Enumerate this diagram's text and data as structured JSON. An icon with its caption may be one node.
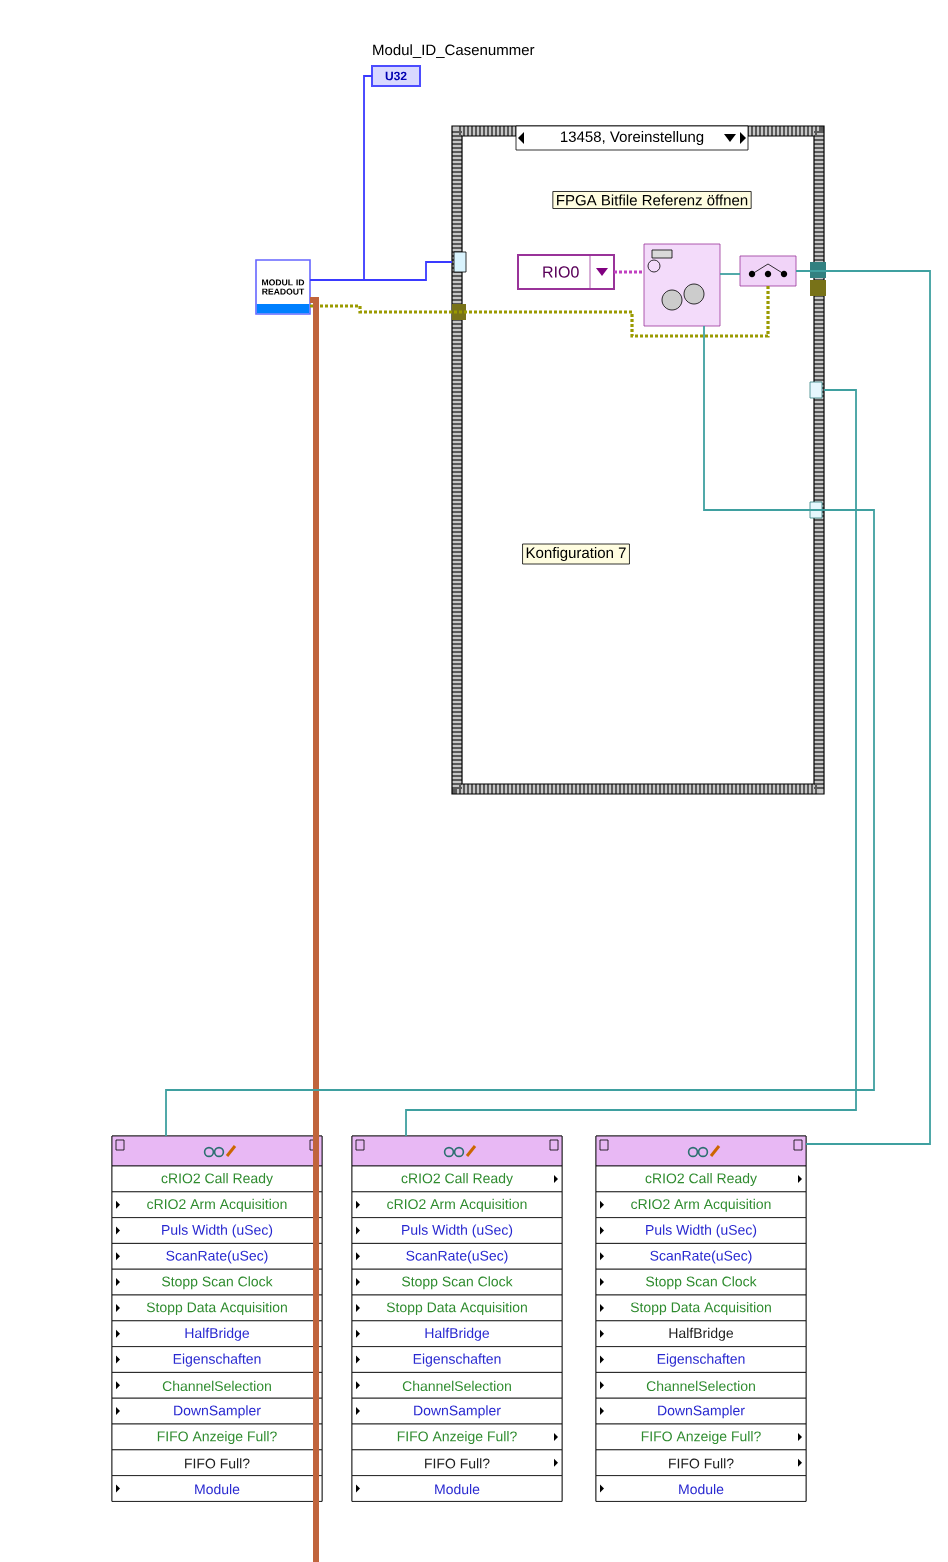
{
  "diagram": {
    "nodes": [
      {
        "text": [
          "MODUL ID READOUT"
        ]
      },
      {
        "text": [
          "Modul_ID_Casenummer",
          "U32"
        ]
      },
      {
        "text": [
          "13458, Voreinstellung"
        ]
      },
      {
        "text": [
          "FPGA Bitfile Referenz öffnen"
        ],
        "in": 2
      },
      {
        "text": [
          "Konfiguration 7"
        ],
        "in": 2
      },
      {
        "text": [
          "RIO0"
        ],
        "in": 2
      },
      {
        "text": [],
        "shape": "box",
        "in": 2
      },
      {
        "text": [],
        "shape": "box",
        "in": 2
      },
      {
        "text": [
          "cRIO2 Call Ready",
          "cRIO2 Arm Acquisition",
          "Puls Width (uSec)",
          "ScanRate(uSec)",
          "Stopp Scan Clock",
          "Stopp Data Acquisition",
          "HalfBridge",
          "Eigenschaften",
          "ChannelSelection",
          "DownSampler",
          "FIFO Anzeige Full?",
          "FIFO Full?",
          "Module"
        ]
      },
      {
        "text": [
          "cRIO2 Call Ready",
          "cRIO2 Arm Acquisition",
          "Puls Width (uSec)",
          "ScanRate(uSec)",
          "Stopp Scan Clock",
          "Stopp Data Acquisition",
          "HalfBridge",
          "Eigenschaften",
          "ChannelSelection",
          "DownSampler",
          "FIFO Anzeige Full?",
          "FIFO Full?",
          "Module"
        ]
      },
      {
        "text": [
          "cRIO2 Call Ready",
          "cRIO2 Arm Acquisition",
          "Puls Width (uSec)",
          "ScanRate(uSec)",
          "Stopp Scan Clock",
          "Stopp Data Acquisition",
          "HalfBridge",
          "Eigenschaften",
          "ChannelSelection",
          "DownSampler",
          "FIFO Anzeige Full?",
          "FIFO Full?",
          "Module"
        ]
      }
    ],
    "edges": [
      {
        "from": 0,
        "to": 1,
        "arrow": "none",
        "color": "#3a3aff"
      },
      {
        "from": 0,
        "to": 2,
        "arrow": "none",
        "color": "#3a3aff"
      },
      {
        "from": 0,
        "to": 7,
        "arrow": "none",
        "style": "dashed",
        "color": "#9a9a00"
      },
      {
        "from": 0,
        "to": null,
        "arrow": "none",
        "style": "thick",
        "color": "#c0643c"
      },
      {
        "from": 5,
        "to": 6,
        "arrow": "none",
        "style": "dashed",
        "color": "#c040c0"
      },
      {
        "from": 6,
        "to": 7,
        "arrow": "none"
      },
      {
        "from": 7,
        "to": 10,
        "arrow": "none"
      },
      {
        "from": 6,
        "to": 8,
        "arrow": "none"
      },
      {
        "from": 2,
        "to": 9,
        "arrow": "none"
      }
    ]
  }
}
